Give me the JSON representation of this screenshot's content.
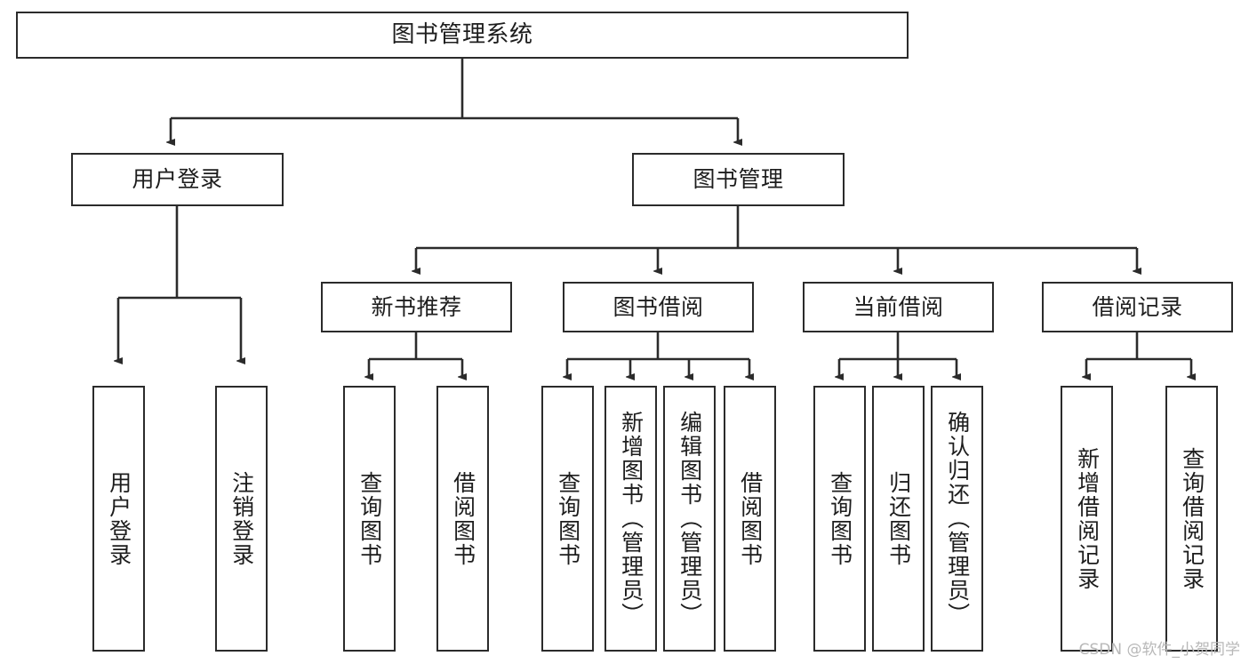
{
  "diagram": {
    "title": "图书管理系统",
    "watermark": "CSDN @软件_小贺同学",
    "colors": {
      "background": "#ffffff",
      "node_fill": "#ffffff",
      "node_stroke": "#2b2b2b",
      "edge_stroke": "#2b2b2b",
      "text": "#1d1d1d",
      "watermark_text": "#b8b8b8"
    },
    "root": {
      "label": "图书管理系统"
    },
    "level2": [
      {
        "label": "用户登录"
      },
      {
        "label": "图书管理"
      }
    ],
    "level3": [
      {
        "label": "新书推荐"
      },
      {
        "label": "图书借阅"
      },
      {
        "label": "当前借阅"
      },
      {
        "label": "借阅记录"
      }
    ],
    "leaves": {
      "user_login": [
        {
          "label": "用户登录"
        },
        {
          "label": "注销登录"
        }
      ],
      "new_book_recommend": [
        {
          "label": "查询图书"
        },
        {
          "label": "借阅图书"
        }
      ],
      "book_borrow": [
        {
          "label": "查询图书"
        },
        {
          "label": "新增图书（管理员）"
        },
        {
          "label": "编辑图书（管理员）"
        },
        {
          "label": "借阅图书"
        }
      ],
      "current_borrow": [
        {
          "label": "查询图书"
        },
        {
          "label": "归还图书"
        },
        {
          "label": "确认归还（管理员）"
        }
      ],
      "borrow_record": [
        {
          "label": "新增借阅记录"
        },
        {
          "label": "查询借阅记录"
        }
      ]
    }
  }
}
